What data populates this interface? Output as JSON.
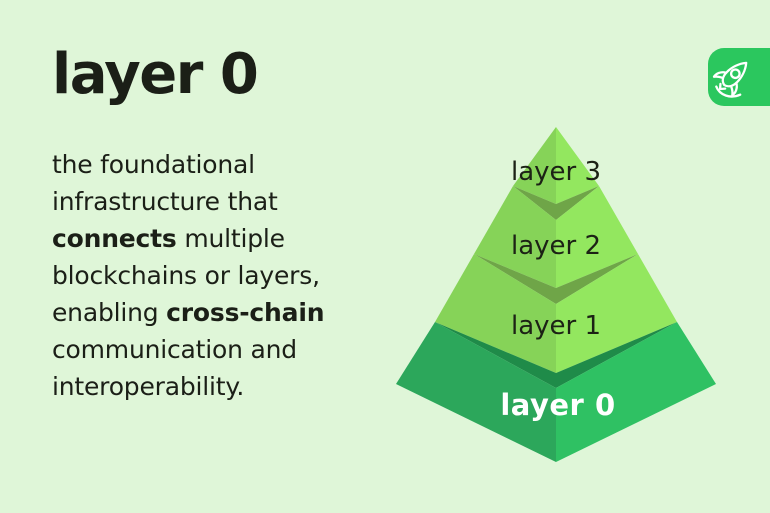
{
  "header": {
    "title": "layer 0"
  },
  "definition": {
    "full_text": "the foundational infrastructure that connects multiple blockchains or layers, enabling cross-chain communication and interoperability.",
    "lines": [
      [
        {
          "t": "the foundational",
          "b": false
        }
      ],
      [
        {
          "t": "infrastructure that",
          "b": false
        }
      ],
      [
        {
          "t": "connects",
          "b": true
        },
        {
          "t": " multiple",
          "b": false
        }
      ],
      [
        {
          "t": "blockchains or layers,",
          "b": false
        }
      ],
      [
        {
          "t": "enabling ",
          "b": false
        },
        {
          "t": "cross-chain",
          "b": true
        }
      ],
      [
        {
          "t": "communication and",
          "b": false
        }
      ],
      [
        {
          "t": "interoperability.",
          "b": false
        }
      ]
    ]
  },
  "pyramid": {
    "description": "isometric pyramid with four stacked tiers, top to bottom",
    "layers": [
      {
        "label": "layer 3"
      },
      {
        "label": "layer 2"
      },
      {
        "label": "layer 1"
      },
      {
        "label": "layer 0"
      }
    ]
  },
  "badge": {
    "icon": "rocket-icon"
  },
  "colors": {
    "background": "#dff6d8",
    "text_dark": "#1b1f17",
    "label_dark": "#1c2215",
    "label_light": "#ffffff",
    "tier_face_left": "#86d358",
    "tier_face_right": "#93e75f",
    "tier_rim": "#6fa548",
    "base_face_left": "#2ca75b",
    "base_face_right": "#2fc163",
    "base_rim": "#1f8b49",
    "badge_green": "#2bc75e"
  }
}
